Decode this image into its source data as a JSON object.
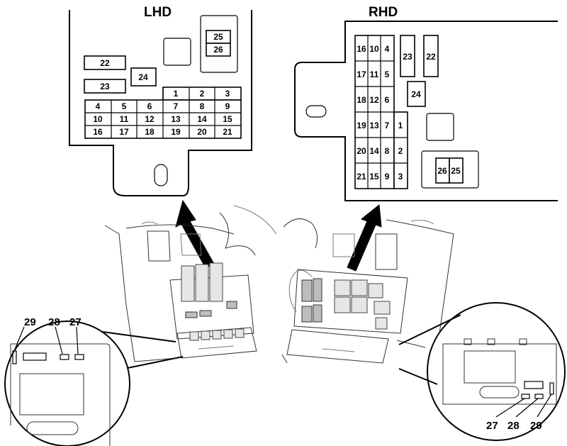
{
  "lhd": {
    "title": "LHD",
    "f22": "22",
    "f23": "23",
    "f24": "24",
    "f25": "25",
    "f26": "26",
    "grid": [
      [
        "",
        "",
        "",
        "1",
        "2",
        "3"
      ],
      [
        "4",
        "5",
        "6",
        "7",
        "8",
        "9"
      ],
      [
        "10",
        "11",
        "12",
        "13",
        "14",
        "15"
      ],
      [
        "16",
        "17",
        "18",
        "19",
        "20",
        "21"
      ]
    ]
  },
  "rhd": {
    "title": "RHD",
    "f22": "22",
    "f23": "23",
    "f24": "24",
    "f25": "25",
    "f26": "26",
    "cols": [
      [
        "16",
        "17",
        "18",
        "19",
        "20",
        "21"
      ],
      [
        "10",
        "11",
        "12",
        "13",
        "14",
        "15"
      ],
      [
        "4",
        "5",
        "6",
        "7",
        "8",
        "9"
      ],
      [
        "1",
        "2",
        "3"
      ]
    ]
  },
  "callouts": {
    "left": {
      "c29": "29",
      "c28": "28",
      "c27": "27"
    },
    "right": {
      "c27": "27",
      "c28": "28",
      "c29": "29"
    }
  }
}
